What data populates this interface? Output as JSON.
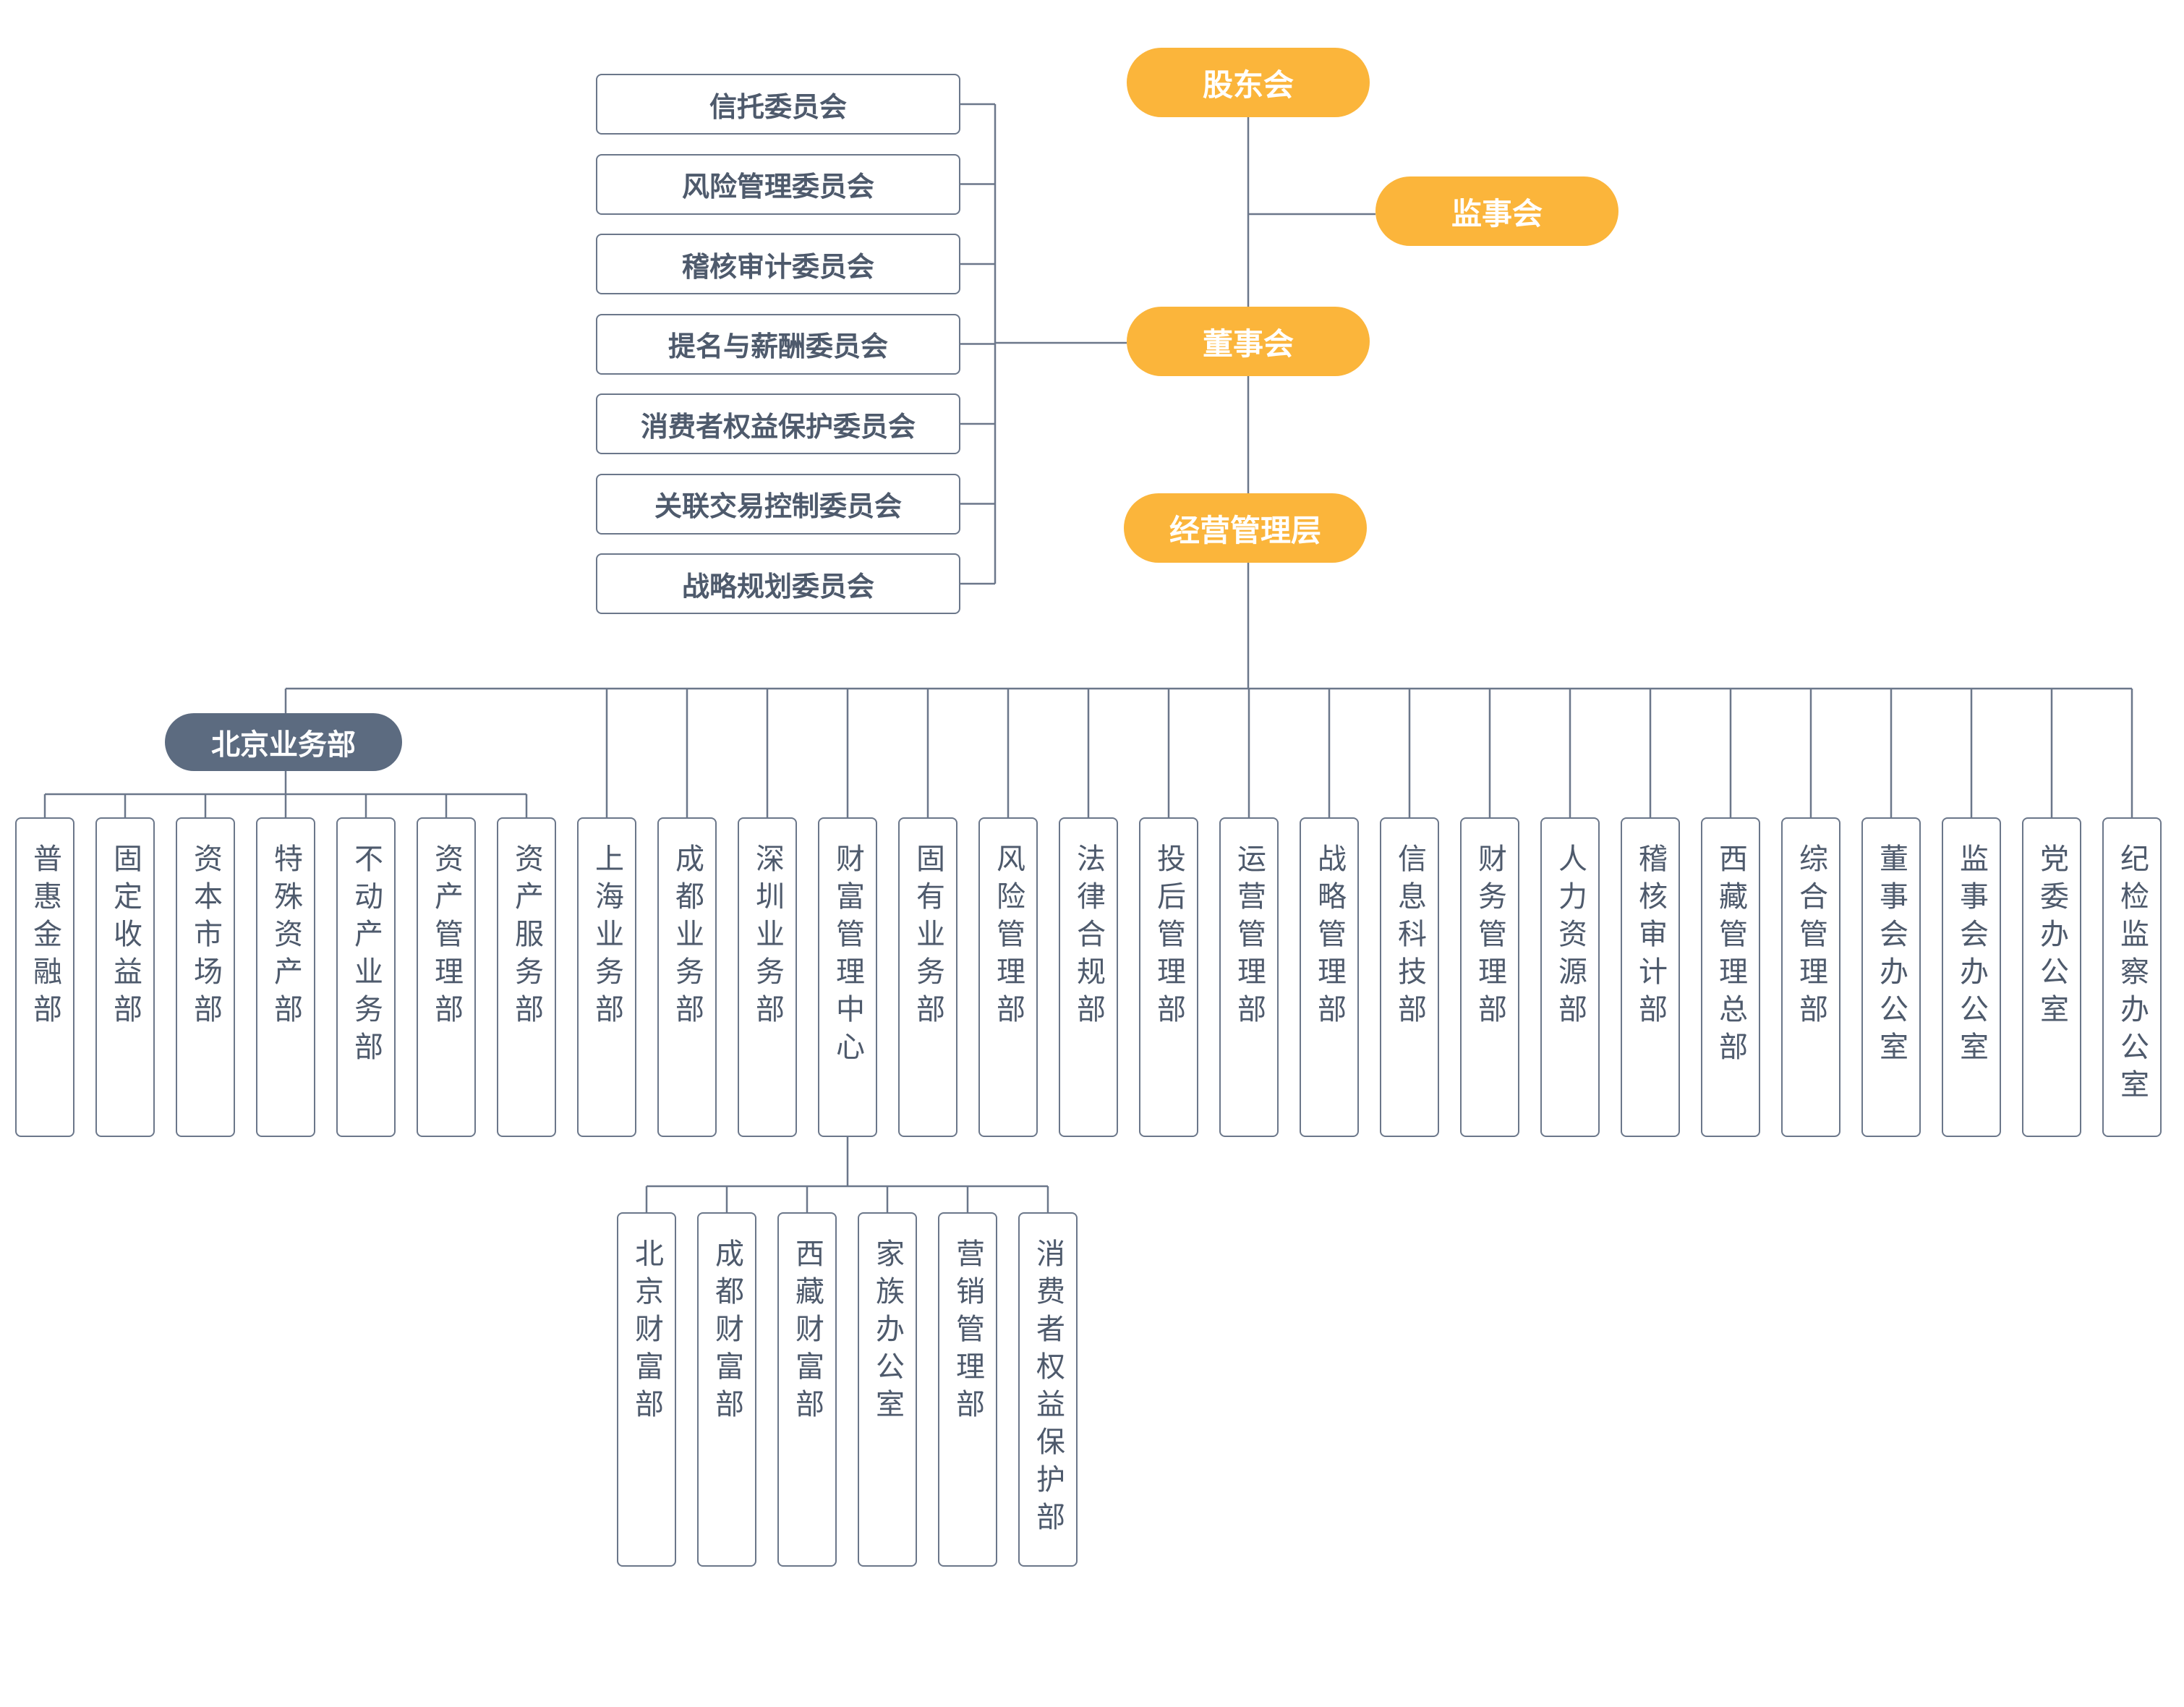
{
  "governance": {
    "shareholders": "股东会",
    "supervisory_board": "监事会",
    "board": "董事会",
    "management": "经营管理层"
  },
  "committees": [
    "信托委员会",
    "风险管理委员会",
    "稽核审计委员会",
    "提名与薪酬委员会",
    "消费者权益保护委员会",
    "关联交易控制委员会",
    "战略规划委员会"
  ],
  "beijing": {
    "label": "北京业务部",
    "children": [
      "普惠金融部",
      "固定收益部",
      "资本市场部",
      "特殊资产部",
      "不动产业务部",
      "资产管理部",
      "资产服务部"
    ]
  },
  "departments": [
    "上海业务部",
    "成都业务部",
    "深圳业务部",
    "财富管理中心",
    "固有业务部",
    "风险管理部",
    "法律合规部",
    "投后管理部",
    "运营管理部",
    "战略管理部",
    "信息科技部",
    "财务管理部",
    "人力资源部",
    "稽核审计部",
    "西藏管理总部",
    "综合管理部",
    "董事会办公室",
    "监事会办公室",
    "党委办公室",
    "纪检监察办公室"
  ],
  "wealth": {
    "children": [
      "北京财富部",
      "成都财富部",
      "西藏财富部",
      "家族办公室",
      "营销管理部",
      "消费者权益保护部"
    ]
  },
  "colors": {
    "governance": "#FBB53B",
    "sub_unit": "#5C6B80",
    "line": "#6B778A",
    "text": "#4E5A6C"
  }
}
